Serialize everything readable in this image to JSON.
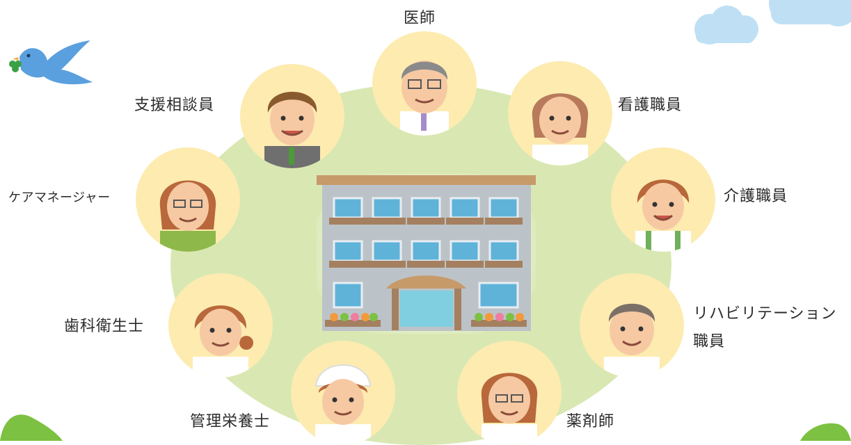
{
  "roles": {
    "doctor": "医師",
    "counselor": "支援相談員",
    "nurse": "看護職員",
    "care_manager": "ケアマネージャー",
    "care_worker": "介護職員",
    "dental_hygienist": "歯科衛生士",
    "rehab_line1": "リハビリテーション",
    "rehab_line2": "職員",
    "dietitian": "管理栄養士",
    "pharmacist": "薬剤師"
  },
  "colors": {
    "circle": "#d9e8b3",
    "avatar_bg": "#fdebb0",
    "building_wall": "#bcc3c8",
    "window": "#5fb3d9",
    "bird": "#5aa0de",
    "cloud": "#bfe0f4"
  },
  "icons": {
    "bird": "bird-icon",
    "clover": "clover-icon",
    "building": "building-icon",
    "cloud": "cloud-icon"
  }
}
